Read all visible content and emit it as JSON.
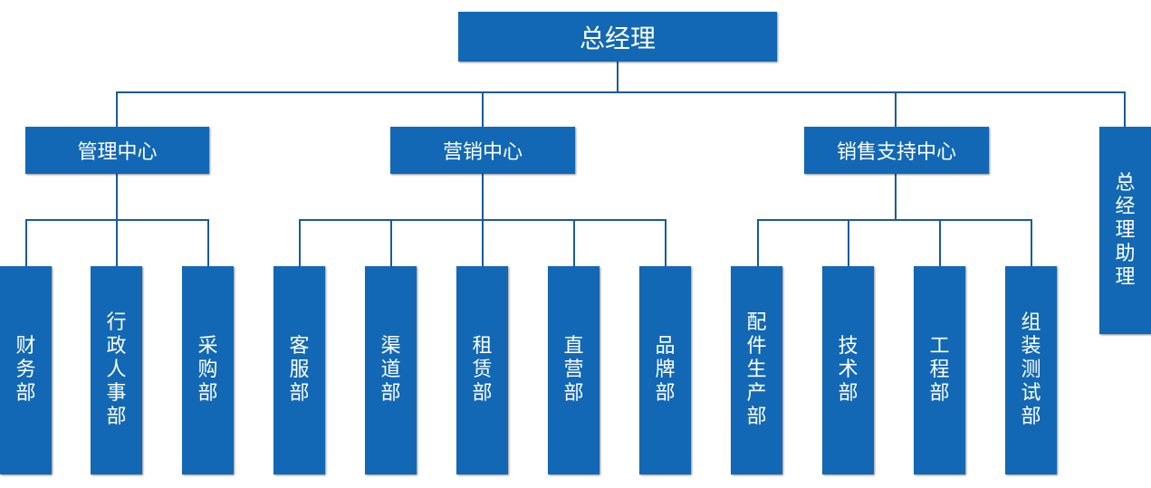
{
  "colors": {
    "box_fill": "#1268b4",
    "connector": "#1a5a9c",
    "text": "#ffffff"
  },
  "root": {
    "label": "总经理"
  },
  "assistant": {
    "label": "总经理助理"
  },
  "centers": [
    {
      "label": "管理中心",
      "departments": [
        {
          "label": "财务部"
        },
        {
          "label": "行政人事部"
        },
        {
          "label": "采购部"
        }
      ]
    },
    {
      "label": "营销中心",
      "departments": [
        {
          "label": "客服部"
        },
        {
          "label": "渠道部"
        },
        {
          "label": "租赁部"
        },
        {
          "label": "直营部"
        },
        {
          "label": "品牌部"
        }
      ]
    },
    {
      "label": "销售支持中心",
      "departments": [
        {
          "label": "配件生产部"
        },
        {
          "label": "技术部"
        },
        {
          "label": "工程部"
        },
        {
          "label": "组装测试部"
        }
      ]
    }
  ]
}
